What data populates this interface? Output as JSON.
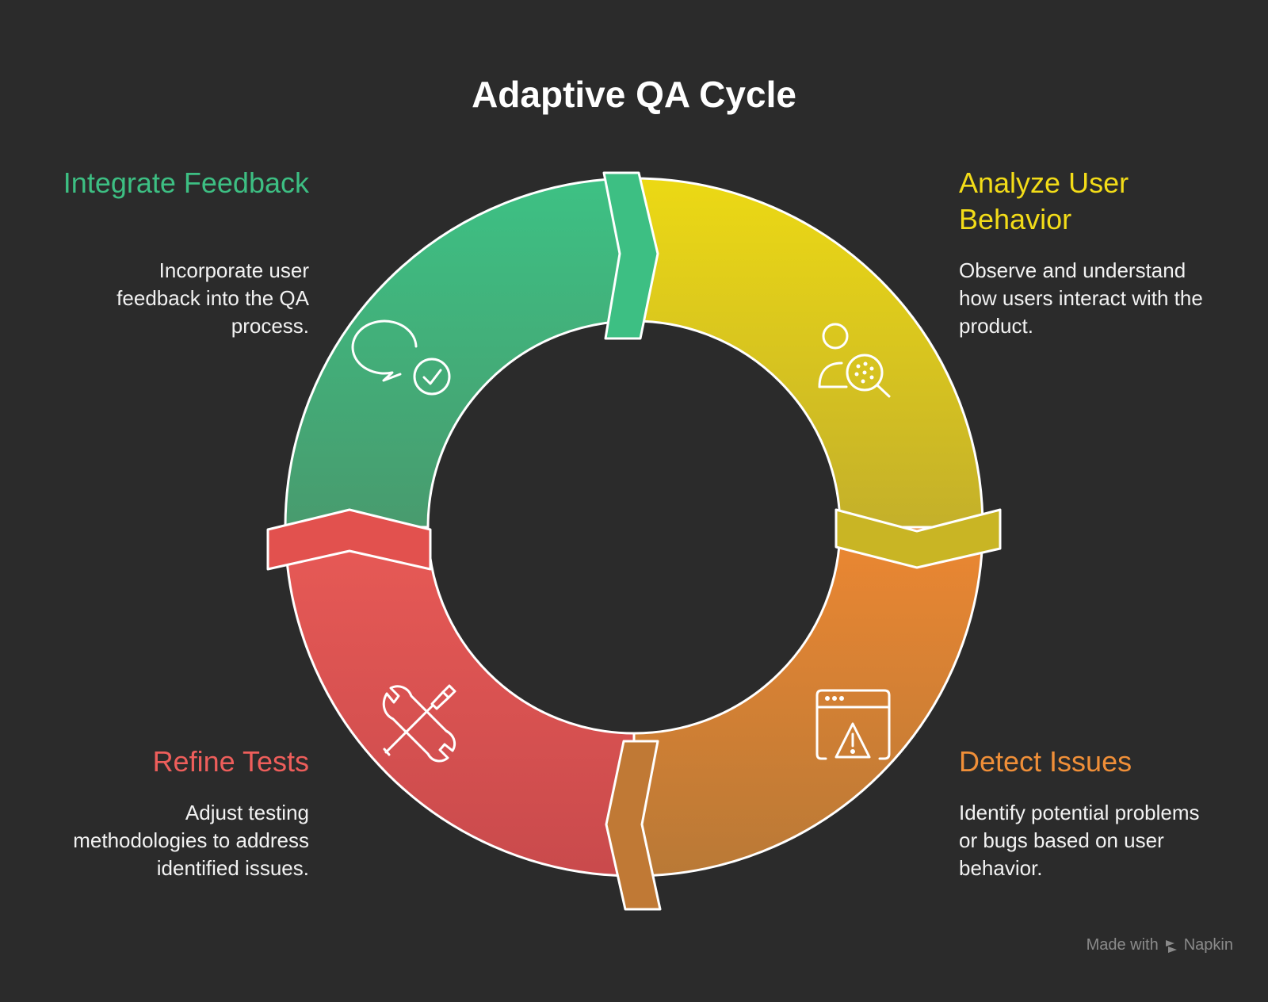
{
  "title": "Adaptive QA Cycle",
  "steps": [
    {
      "title": "Integrate Feedback",
      "description": "Incorporate user feedback into the QA process.",
      "color": "#3dbf83",
      "icon": "chat-check-icon"
    },
    {
      "title": "Analyze User Behavior",
      "description": "Observe and understand how users interact with the product.",
      "color": "#e8d414",
      "icon": "user-search-icon"
    },
    {
      "title": "Detect Issues",
      "description": "Identify potential problems or bugs based on user behavior.",
      "color": "#e88a36",
      "icon": "browser-warning-icon"
    },
    {
      "title": "Refine Tests",
      "description": "Adjust testing methodologies to address identified issues.",
      "color": "#e85b58",
      "icon": "tools-icon"
    }
  ],
  "footer": {
    "made_with": "Made with",
    "brand": "Napkin"
  }
}
